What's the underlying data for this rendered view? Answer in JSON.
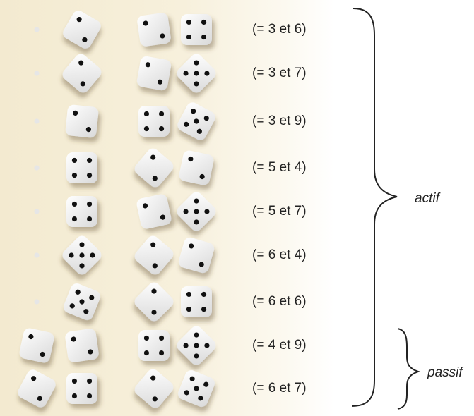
{
  "rows": [
    {
      "label": "(= 3 et 6)",
      "dice": [
        {
          "color": "black",
          "pips": 1
        },
        {
          "color": "white",
          "pips": 2
        },
        {
          "color": "white",
          "pips": 2
        },
        {
          "color": "white",
          "pips": 4
        }
      ]
    },
    {
      "label": "(= 3 et 7)",
      "dice": [
        {
          "color": "black",
          "pips": 1
        },
        {
          "color": "white",
          "pips": 2
        },
        {
          "color": "white",
          "pips": 2
        },
        {
          "color": "white",
          "pips": 5
        }
      ]
    },
    {
      "label": "(= 3 et 9)",
      "dice": [
        {
          "color": "black",
          "pips": 1
        },
        {
          "color": "white",
          "pips": 2
        },
        {
          "color": "white",
          "pips": 4
        },
        {
          "color": "white",
          "pips": 5
        }
      ]
    },
    {
      "label": "(= 5 et 4)",
      "dice": [
        {
          "color": "black",
          "pips": 1
        },
        {
          "color": "white",
          "pips": 4
        },
        {
          "color": "white",
          "pips": 2
        },
        {
          "color": "white",
          "pips": 2
        }
      ]
    },
    {
      "label": "(= 5 et 7)",
      "dice": [
        {
          "color": "black",
          "pips": 1
        },
        {
          "color": "white",
          "pips": 4
        },
        {
          "color": "white",
          "pips": 2
        },
        {
          "color": "white",
          "pips": 5
        }
      ]
    },
    {
      "label": "(= 6 et 4)",
      "dice": [
        {
          "color": "black",
          "pips": 1
        },
        {
          "color": "white",
          "pips": 5
        },
        {
          "color": "white",
          "pips": 2
        },
        {
          "color": "white",
          "pips": 2
        }
      ]
    },
    {
      "label": "(= 6 et 6)",
      "dice": [
        {
          "color": "black",
          "pips": 1
        },
        {
          "color": "white",
          "pips": 5
        },
        {
          "color": "white",
          "pips": 2
        },
        {
          "color": "white",
          "pips": 4
        }
      ]
    },
    {
      "label": "(= 4 et 9)",
      "dice": [
        {
          "color": "white",
          "pips": 2
        },
        {
          "color": "white",
          "pips": 2
        },
        {
          "color": "white",
          "pips": 4
        },
        {
          "color": "white",
          "pips": 5
        }
      ]
    },
    {
      "label": "(= 6 et 7)",
      "dice": [
        {
          "color": "white",
          "pips": 2
        },
        {
          "color": "white",
          "pips": 4
        },
        {
          "color": "white",
          "pips": 2
        },
        {
          "color": "white",
          "pips": 5
        }
      ]
    }
  ],
  "groups": {
    "actif": "actif",
    "passif": "passif"
  },
  "colors": {
    "black_die": "#111111",
    "white_die": "#f1f1f1",
    "pip_dark": "#111111",
    "pip_light": "#e6e6e6",
    "ink": "#222222",
    "table": "#f3ead0"
  }
}
